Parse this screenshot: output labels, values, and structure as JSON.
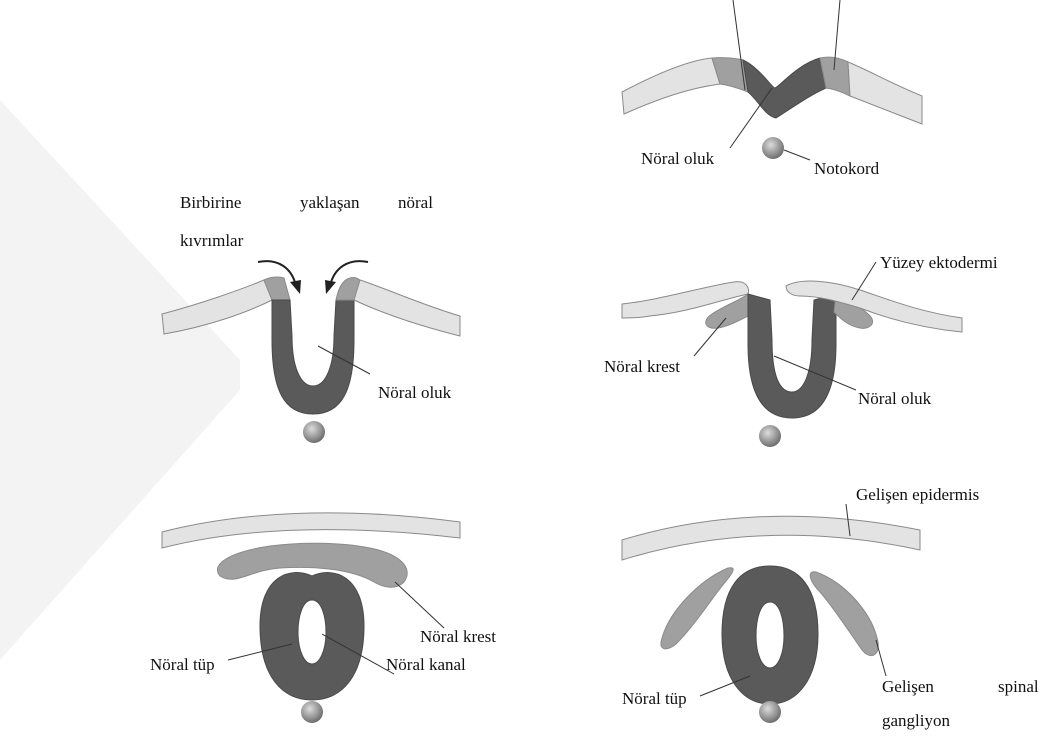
{
  "colors": {
    "neural_plate": "#5a5a5a",
    "neural_crest": "#9e9e9e",
    "surface_ectoderm": "#e3e3e3",
    "outline": "#8a8a8a",
    "notochord": "#9a9a9a",
    "watermark": "#f2f2f2",
    "leader": "#333333"
  },
  "labels": {
    "top_groove": "Nöral oluk",
    "notochord": "Notokord",
    "approaching_line1_w1": "Birbirine",
    "approaching_line1_w2": "yaklaşan",
    "approaching_line1_w3": "nöral",
    "approaching_line2": "kıvrımlar",
    "mid_left_groove": "Nöral oluk",
    "surface_ectoderm": "Yüzey ektodermi",
    "mid_right_crest": "Nöral krest",
    "mid_right_groove": "Nöral oluk",
    "developing_epidermis": "Gelişen epidermis",
    "bottom_left_crest": "Nöral krest",
    "bottom_left_tube": "Nöral tüp",
    "neural_canal": "Nöral kanal",
    "bottom_right_tube": "Nöral tüp",
    "ganglion_line1_w1": "Gelişen",
    "ganglion_line1_w2": "spinal",
    "ganglion_line2": "gangliyon"
  }
}
